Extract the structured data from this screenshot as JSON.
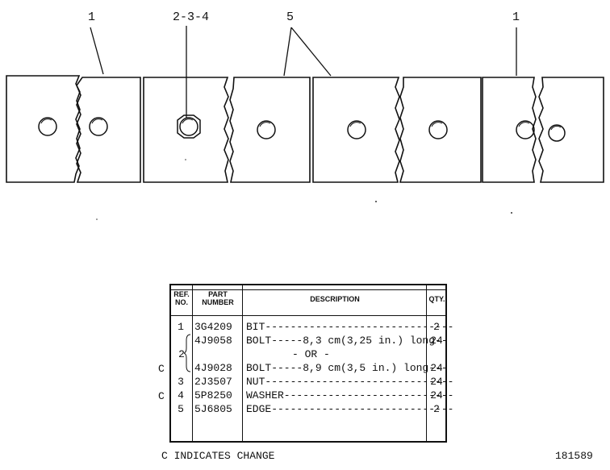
{
  "callouts": {
    "left": "1",
    "center": "2-3-4",
    "mid": "5",
    "right": "1"
  },
  "table": {
    "headers": {
      "ref": "REF. NO.",
      "part": "PART NUMBER",
      "desc": "DESCRIPTION",
      "qty": "QTY."
    },
    "rows": [
      {
        "ref": "1",
        "part": "3G4209",
        "desc": "BIT------------------------------",
        "qty": "2"
      },
      {
        "ref": "",
        "part": "4J9058",
        "desc": "BOLT-----8,3 cm(3,25 in.) long--",
        "qty": "24"
      },
      {
        "ref": "2",
        "part": "",
        "desc": "- OR -",
        "qty": ""
      },
      {
        "ref": "",
        "part": "4J9028",
        "desc": "BOLT-----8,9 cm(3,5 in.) long---",
        "qty": "24"
      },
      {
        "ref": "3",
        "part": "2J3507",
        "desc": "NUT------------------------------",
        "qty": "24"
      },
      {
        "ref": "4",
        "part": "5P8250",
        "desc": "WASHER---------------------------",
        "qty": "24"
      },
      {
        "ref": "5",
        "part": "5J6805",
        "desc": "EDGE-----------------------------",
        "qty": "2"
      }
    ]
  },
  "change_markers": [
    "C",
    "C"
  ],
  "legend": "C INDICATES CHANGE",
  "figure_number": "181589"
}
